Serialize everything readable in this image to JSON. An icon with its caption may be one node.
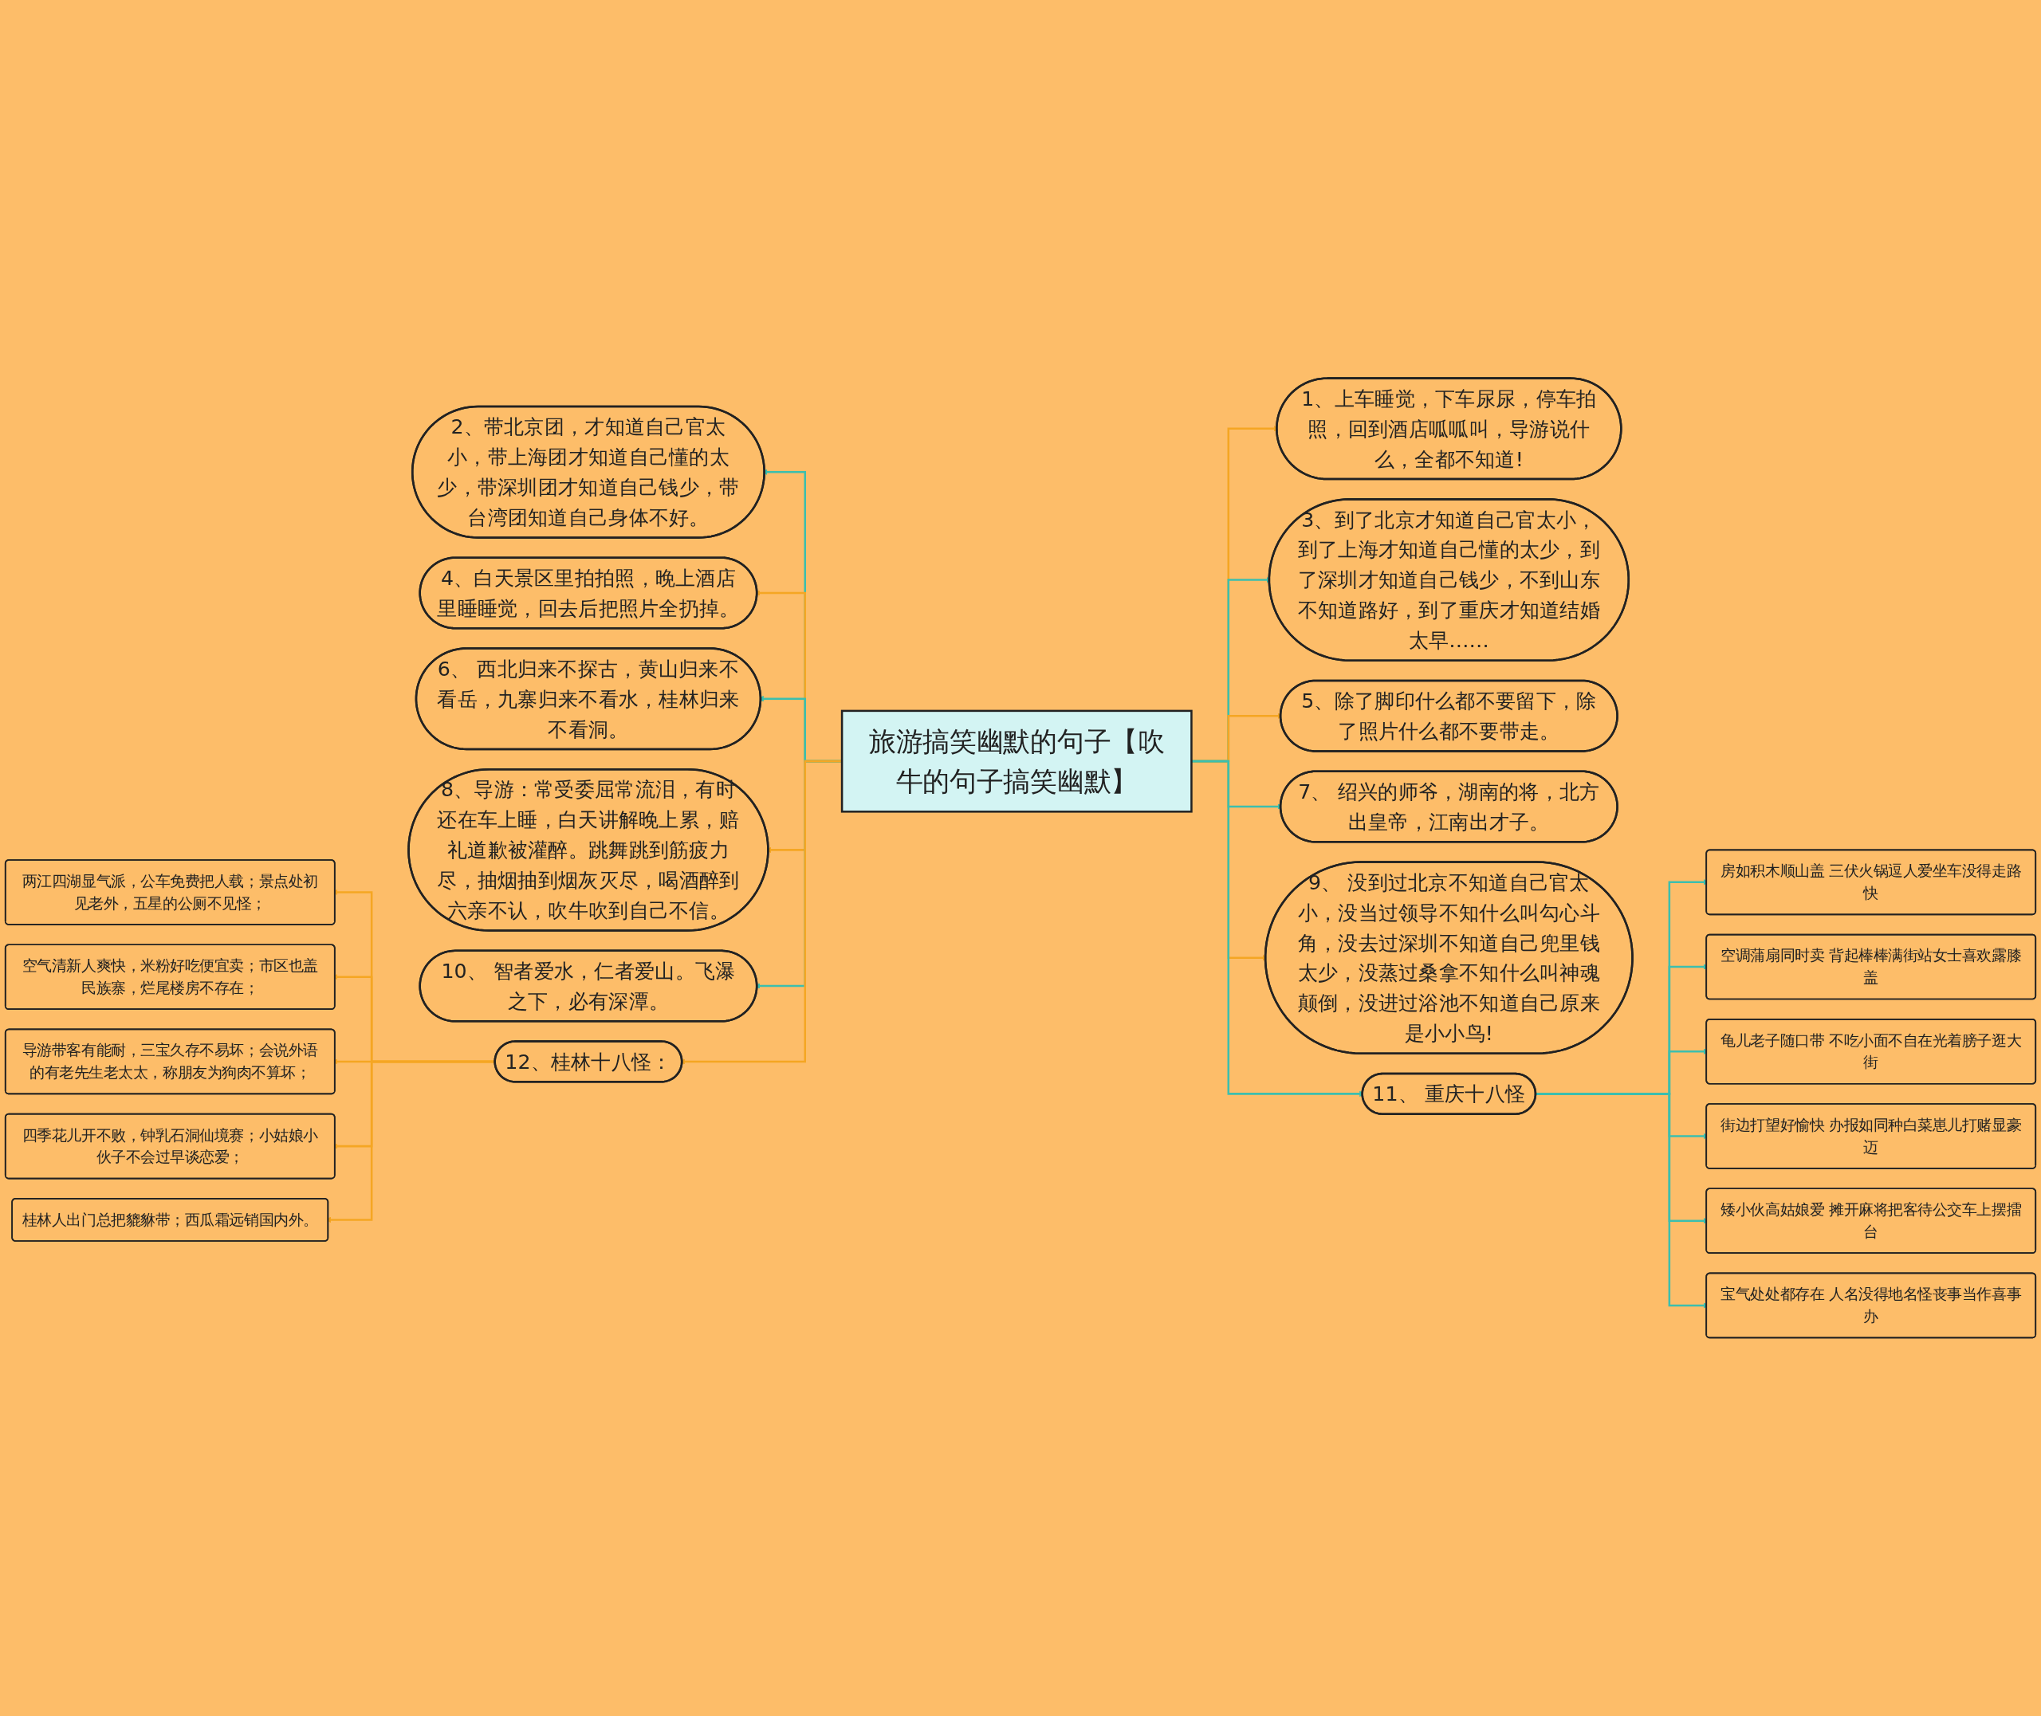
{
  "diagram": {
    "nodes": [
      {
        "text": [
          "旅游搞笑幽默的句子【吹牛的句子搞笑幽默】"
        ]
      },
      {
        "text": [
          "1、上车睡觉，下车尿尿，停车拍照，回到酒店呱呱叫，导游说什么，全都不知道!"
        ]
      },
      {
        "text": [
          "2、带北京团，才知道自己官太小，带上海团才知道自己懂的太少，带深圳团才知道自己钱少，带台湾团知道自己身体不好。"
        ]
      },
      {
        "text": [
          "3、到了北京才知道自己官太小，到了上海才知道自己懂的太少，到了深圳才知道自己钱少，不到山东不知道路好，到了重庆才知道结婚太早……"
        ]
      },
      {
        "text": [
          "4、白天景区里拍拍照，晚上酒店里睡睡觉，回去后把照片全扔掉。"
        ]
      },
      {
        "text": [
          "5、除了脚印什么都不要留下，除了照片什么都不要带走。"
        ]
      },
      {
        "text": [
          "6、 西北归来不探古，黄山归来不看岳，九寨归来不看水，桂林归来不看洞。"
        ]
      },
      {
        "text": [
          "7、 绍兴的师爷，湖南的将，北方出皇帝，江南出才子。"
        ]
      },
      {
        "text": [
          "8、导游：常受委屈常流泪，有时还在车上睡，白天讲解晚上累，赔礼道歉被灌醉。跳舞跳到筋疲力尽，抽烟抽到烟灰灭尽，喝酒醉到六亲不认，吹牛吹到自己不信。"
        ]
      },
      {
        "text": [
          "9、 没到过北京不知道自己官太小，没当过领导不知什么叫勾心斗角，没去过深圳不知道自己兜里钱太少，没蒸过桑拿不知什么叫神魂颠倒，没进过浴池不知道自己原来是小小鸟!"
        ]
      },
      {
        "text": [
          "10、 智者爱水，仁者爱山。飞瀑之下，必有深潭。"
        ]
      },
      {
        "text": [
          "11、 重庆十八怪"
        ]
      },
      {
        "text": [
          "12、桂林十八怪："
        ]
      },
      {
        "text": [
          "房如积木顺山盖 三伏火锅逗人爱坐车没得走路快"
        ]
      },
      {
        "text": [
          "空调蒲扇同时卖 背起棒棒满街站女士喜欢露膝盖"
        ]
      },
      {
        "text": [
          "龟儿老子随口带 不吃小面不自在光着膀子逛大街"
        ]
      },
      {
        "text": [
          "街边打望好愉快 办报如同种白菜崽儿打赌显豪迈"
        ]
      },
      {
        "text": [
          "矮小伙高姑娘爱 摊开麻将把客待公交车上摆擂台"
        ]
      },
      {
        "text": [
          "宝气处处都存在 人名没得地名怪丧事当作喜事办"
        ]
      },
      {
        "text": [
          "两江四湖显气派，公车免费把人载；景点处初见老外，五星的公厕不见怪；"
        ]
      },
      {
        "text": [
          "空气清新人爽快，米粉好吃便宜卖；市区也盖民族寨，烂尾楼房不存在；"
        ]
      },
      {
        "text": [
          "导游带客有能耐，三宝久存不易坏；会说外语的有老先生老太太，称朋友为狗肉不算坏；"
        ]
      },
      {
        "text": [
          "四季花儿开不败，钟乳石洞仙境赛；小姑娘小伙子不会过早谈恋爱；"
        ]
      },
      {
        "text": [
          "桂林人出门总把貔貅带；西瓜霜远销国内外。"
        ]
      }
    ],
    "edges": [
      {
        "from": 0,
        "to": 1,
        "arrow": "to",
        "color": "#f5a623"
      },
      {
        "from": 0,
        "to": 2,
        "arrow": "to",
        "color": "#3cbfae"
      },
      {
        "from": 0,
        "to": 3,
        "arrow": "to",
        "color": "#3cbfae"
      },
      {
        "from": 0,
        "to": 4,
        "arrow": "to",
        "color": "#f5a623"
      },
      {
        "from": 0,
        "to": 5,
        "arrow": "to",
        "color": "#f5a623"
      },
      {
        "from": 0,
        "to": 6,
        "arrow": "to",
        "color": "#3cbfae"
      },
      {
        "from": 0,
        "to": 7,
        "arrow": "to",
        "color": "#3cbfae"
      },
      {
        "from": 0,
        "to": 8,
        "arrow": "to",
        "color": "#f5a623"
      },
      {
        "from": 0,
        "to": 9,
        "arrow": "to",
        "color": "#f5a623"
      },
      {
        "from": 0,
        "to": 10,
        "arrow": "to",
        "color": "#3cbfae"
      },
      {
        "from": 0,
        "to": 11,
        "arrow": "to",
        "color": "#3cbfae"
      },
      {
        "from": 0,
        "to": 12,
        "arrow": "to",
        "color": "#f5a623"
      },
      {
        "from": 11,
        "to": 13,
        "arrow": "to",
        "color": "#3cbfae"
      },
      {
        "from": 11,
        "to": 14,
        "arrow": "to",
        "color": "#3cbfae"
      },
      {
        "from": 11,
        "to": 15,
        "arrow": "to",
        "color": "#3cbfae"
      },
      {
        "from": 11,
        "to": 16,
        "arrow": "to",
        "color": "#3cbfae"
      },
      {
        "from": 11,
        "to": 17,
        "arrow": "to",
        "color": "#3cbfae"
      },
      {
        "from": 11,
        "to": 18,
        "arrow": "to",
        "color": "#3cbfae"
      },
      {
        "from": 12,
        "to": 19,
        "arrow": "to",
        "color": "#f5a623"
      },
      {
        "from": 12,
        "to": 20,
        "arrow": "to",
        "color": "#f5a623"
      },
      {
        "from": 12,
        "to": 21,
        "arrow": "to",
        "color": "#f5a623"
      },
      {
        "from": 12,
        "to": 22,
        "arrow": "to",
        "color": "#f5a623"
      },
      {
        "from": 12,
        "to": 23,
        "arrow": "to",
        "color": "#f5a623"
      }
    ]
  }
}
